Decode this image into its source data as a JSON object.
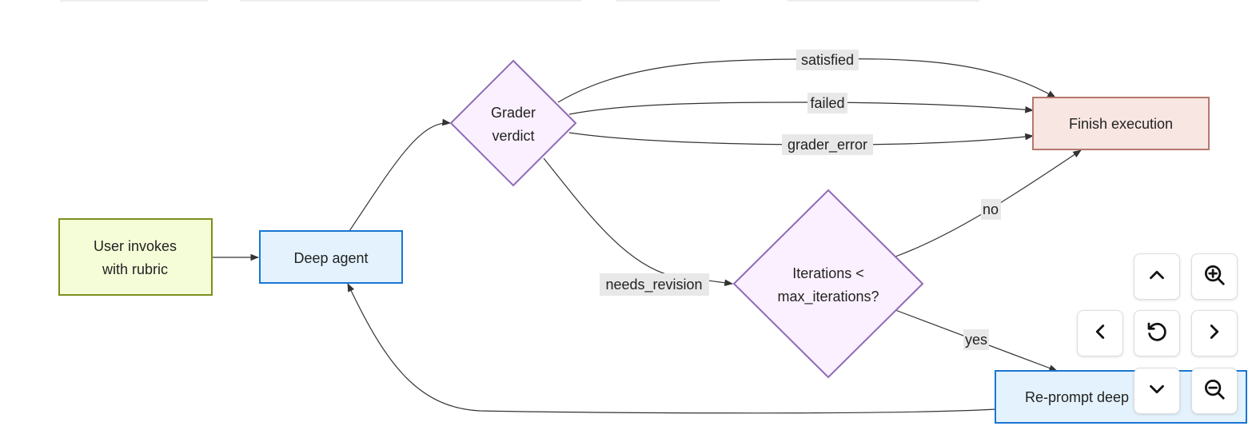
{
  "diagram": {
    "nodes": {
      "user": {
        "lines": [
          "User invokes",
          "with rubric"
        ],
        "fill": "#f5fdd8",
        "stroke": "#7a8f1f"
      },
      "agent": {
        "lines": [
          "Deep agent"
        ],
        "fill": "#e3f2fd",
        "stroke": "#1976d2"
      },
      "grader": {
        "lines": [
          "Grader",
          "verdict"
        ],
        "fill": "#fbf0ff",
        "stroke": "#8e6bb8"
      },
      "iter": {
        "lines": [
          "Iterations <",
          "max_iterations?"
        ],
        "fill": "#fbf0ff",
        "stroke": "#8e6bb8"
      },
      "finish": {
        "lines": [
          "Finish execution"
        ],
        "fill": "#f8e6e2",
        "stroke": "#b4786e"
      },
      "reprompt": {
        "lines": [
          "Re-prompt deep agent"
        ],
        "fill": "#e3f2fd",
        "stroke": "#1976d2"
      }
    },
    "edges": {
      "satisfied": "satisfied",
      "failed": "failed",
      "grader_error": "grader_error",
      "needs_revision": "needs_revision",
      "no": "no",
      "yes": "yes"
    }
  },
  "controls": {
    "up": "chevron-up-icon",
    "zoom_in": "zoom-in-icon",
    "left": "chevron-left-icon",
    "reset": "reset-icon",
    "right": "chevron-right-icon",
    "down": "chevron-down-icon",
    "zoom_out": "zoom-out-icon"
  }
}
